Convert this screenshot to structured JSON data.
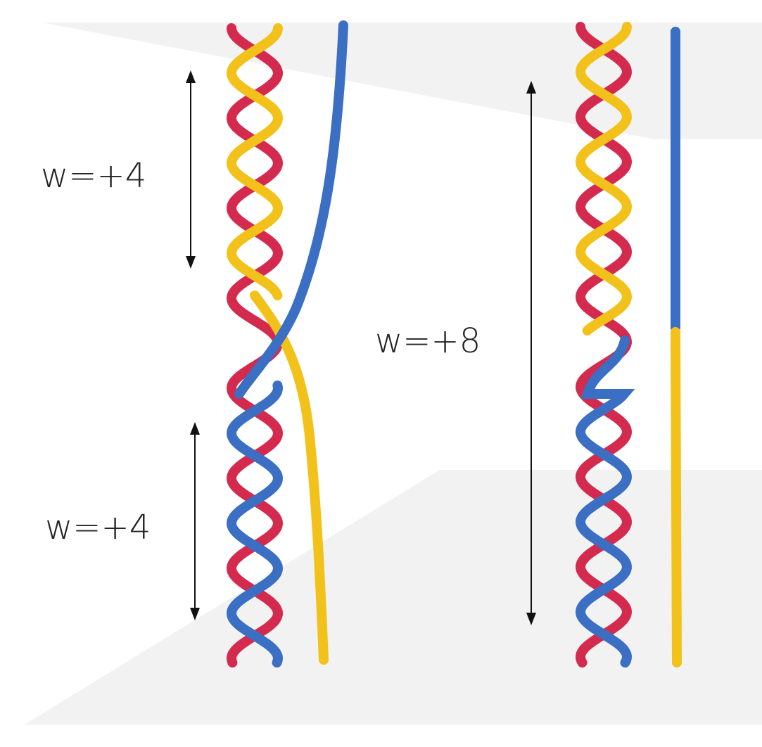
{
  "labels": {
    "left_top": "w=+4",
    "left_bottom": "w=+4",
    "right": "w=+8"
  },
  "colors": {
    "red": "#d42a4e",
    "yellow": "#f2c21b",
    "blue": "#3a6fc4",
    "background_panel": "#f2f2f2",
    "arrow": "#111111"
  }
}
